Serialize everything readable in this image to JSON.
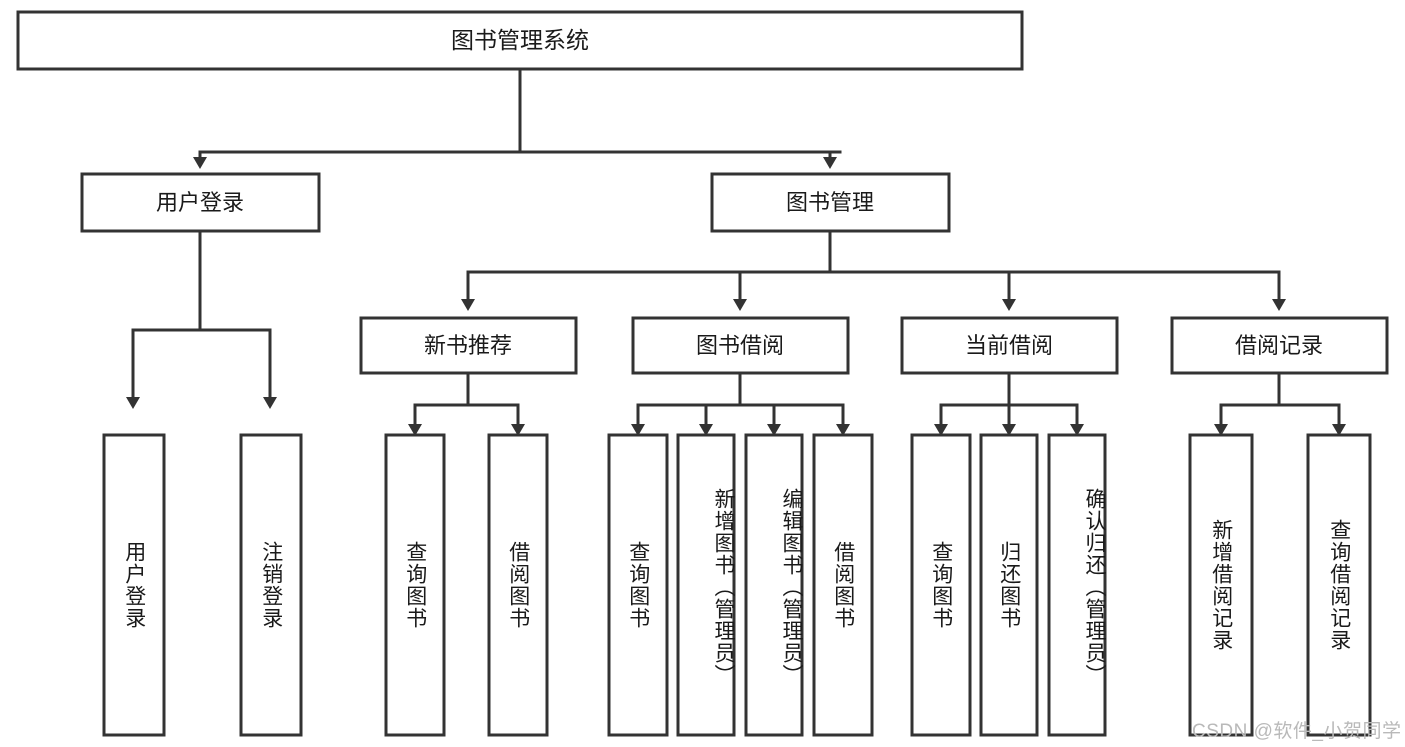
{
  "diagram": {
    "title": "图书管理系统",
    "type": "tree-hierarchy",
    "watermark": "CSDN @软件_小贺同学",
    "colors": {
      "border": "#333333",
      "fill": "#ffffff",
      "text": "#1a1a1a",
      "watermark": "#b9b9b9",
      "background": "#ffffff"
    },
    "root": {
      "label": "图书管理系统"
    },
    "level2": [
      {
        "label": "用户登录"
      },
      {
        "label": "图书管理"
      }
    ],
    "level3": [
      {
        "label": "新书推荐"
      },
      {
        "label": "图书借阅"
      },
      {
        "label": "当前借阅"
      },
      {
        "label": "借阅记录"
      }
    ],
    "leaves": {
      "user_login": [
        {
          "label": "用户登录"
        },
        {
          "label": "注销登录"
        }
      ],
      "new_book_recommend": [
        {
          "label": "查询图书"
        },
        {
          "label": "借阅图书"
        }
      ],
      "book_borrow": [
        {
          "label": "查询图书"
        },
        {
          "label": "新增图书（管理员）"
        },
        {
          "label": "编辑图书（管理员）"
        },
        {
          "label": "借阅图书"
        }
      ],
      "current_borrow": [
        {
          "label": "查询图书"
        },
        {
          "label": "归还图书"
        },
        {
          "label": "确认归还（管理员）"
        }
      ],
      "borrow_records": [
        {
          "label": "新增借阅记录"
        },
        {
          "label": "查询借阅记录"
        }
      ]
    }
  }
}
